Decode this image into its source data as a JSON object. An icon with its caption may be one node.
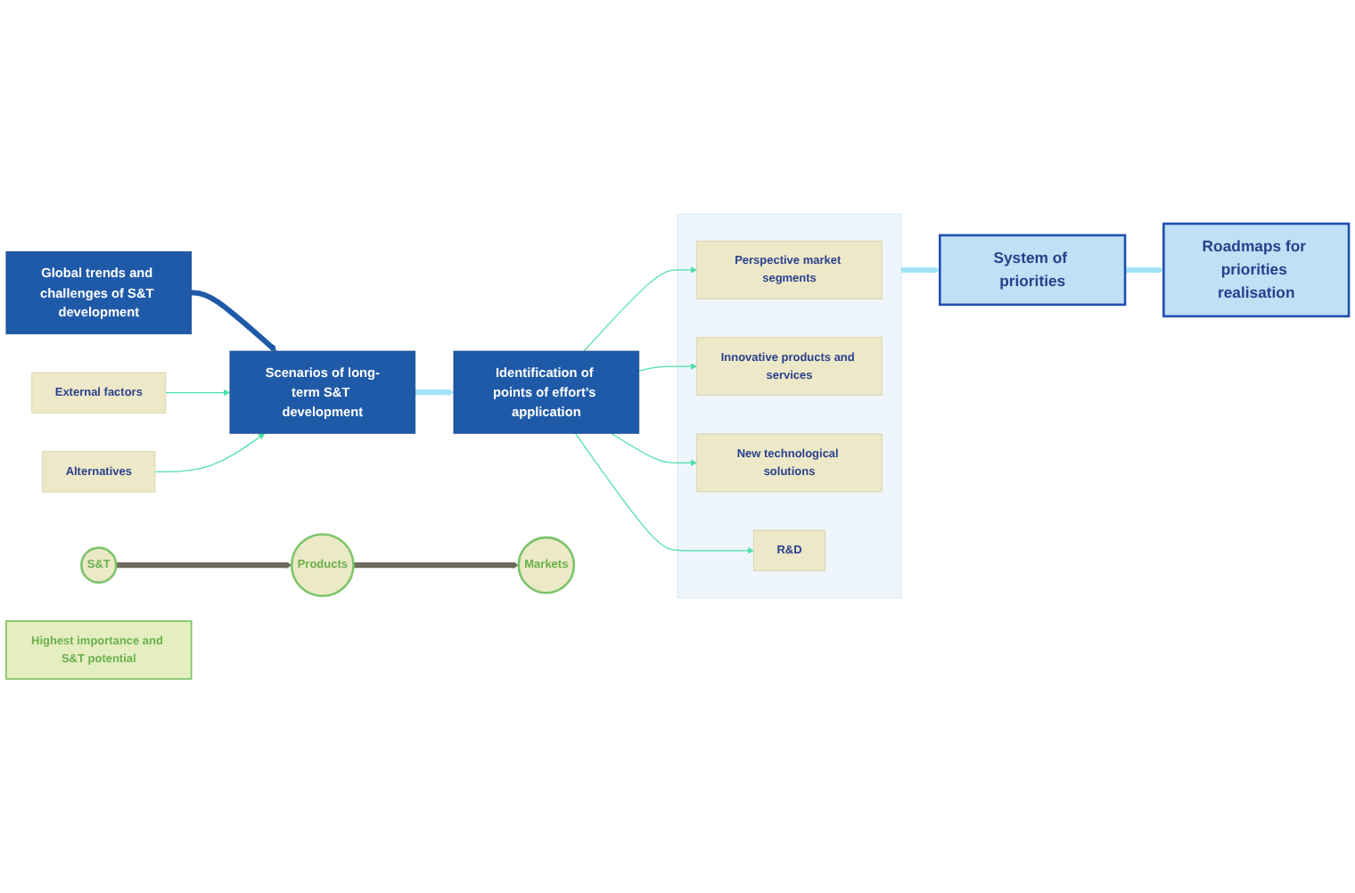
{
  "diagram": {
    "nodes": [
      {
        "text": [
          "Global trends and challenges of S&T development"
        ]
      },
      {
        "text": [
          "Scenarios of long-term S&T development"
        ]
      },
      {
        "text": [
          "Identification of points of effort’s application"
        ]
      },
      {
        "text": [
          "External factors"
        ]
      },
      {
        "text": [
          "Alternatives"
        ]
      },
      {
        "text": [],
        "shape": "box"
      },
      {
        "text": [
          "Perspective market segments"
        ],
        "in": 5
      },
      {
        "text": [
          "Innovative products and services"
        ],
        "in": 5
      },
      {
        "text": [
          "New technological solutions"
        ],
        "in": 5
      },
      {
        "text": [
          "R&D"
        ],
        "in": 5
      },
      {
        "text": [
          "Roadmaps for priorities realisation"
        ]
      },
      {
        "text": [
          "System of priorities"
        ]
      },
      {
        "text": [
          "S&T"
        ]
      },
      {
        "text": [
          "Products"
        ]
      },
      {
        "text": [
          "Markets"
        ]
      },
      {
        "text": [
          "Highest importance and S&T potential"
        ]
      }
    ],
    "edges": [
      {
        "from": 0,
        "to": 1,
        "arrow": "to",
        "style": "thick",
        "color": "#1f5aa8"
      },
      {
        "from": 1,
        "to": 2,
        "arrow": "to",
        "style": "thick",
        "color": "#9fe3f5"
      },
      {
        "from": 3,
        "to": 1,
        "arrow": "to"
      },
      {
        "from": 4,
        "to": 1,
        "arrow": "to"
      },
      {
        "from": 2,
        "to": 6,
        "arrow": "to"
      },
      {
        "from": 2,
        "to": 7,
        "arrow": "to"
      },
      {
        "from": 2,
        "to": 8,
        "arrow": "to"
      },
      {
        "from": 2,
        "to": 9,
        "arrow": "to"
      },
      {
        "from": 5,
        "to": 11,
        "arrow": "to",
        "style": "thick",
        "color": "#9fe3f5"
      },
      {
        "from": 11,
        "to": 10,
        "arrow": "to",
        "style": "thick",
        "color": "#9fe3f5"
      },
      {
        "from": 12,
        "to": 13,
        "arrow": "to",
        "style": "thick",
        "color": "#6e6a5e"
      },
      {
        "from": 13,
        "to": 14,
        "arrow": "to",
        "style": "thick",
        "color": "#6e6a5e"
      }
    ]
  }
}
